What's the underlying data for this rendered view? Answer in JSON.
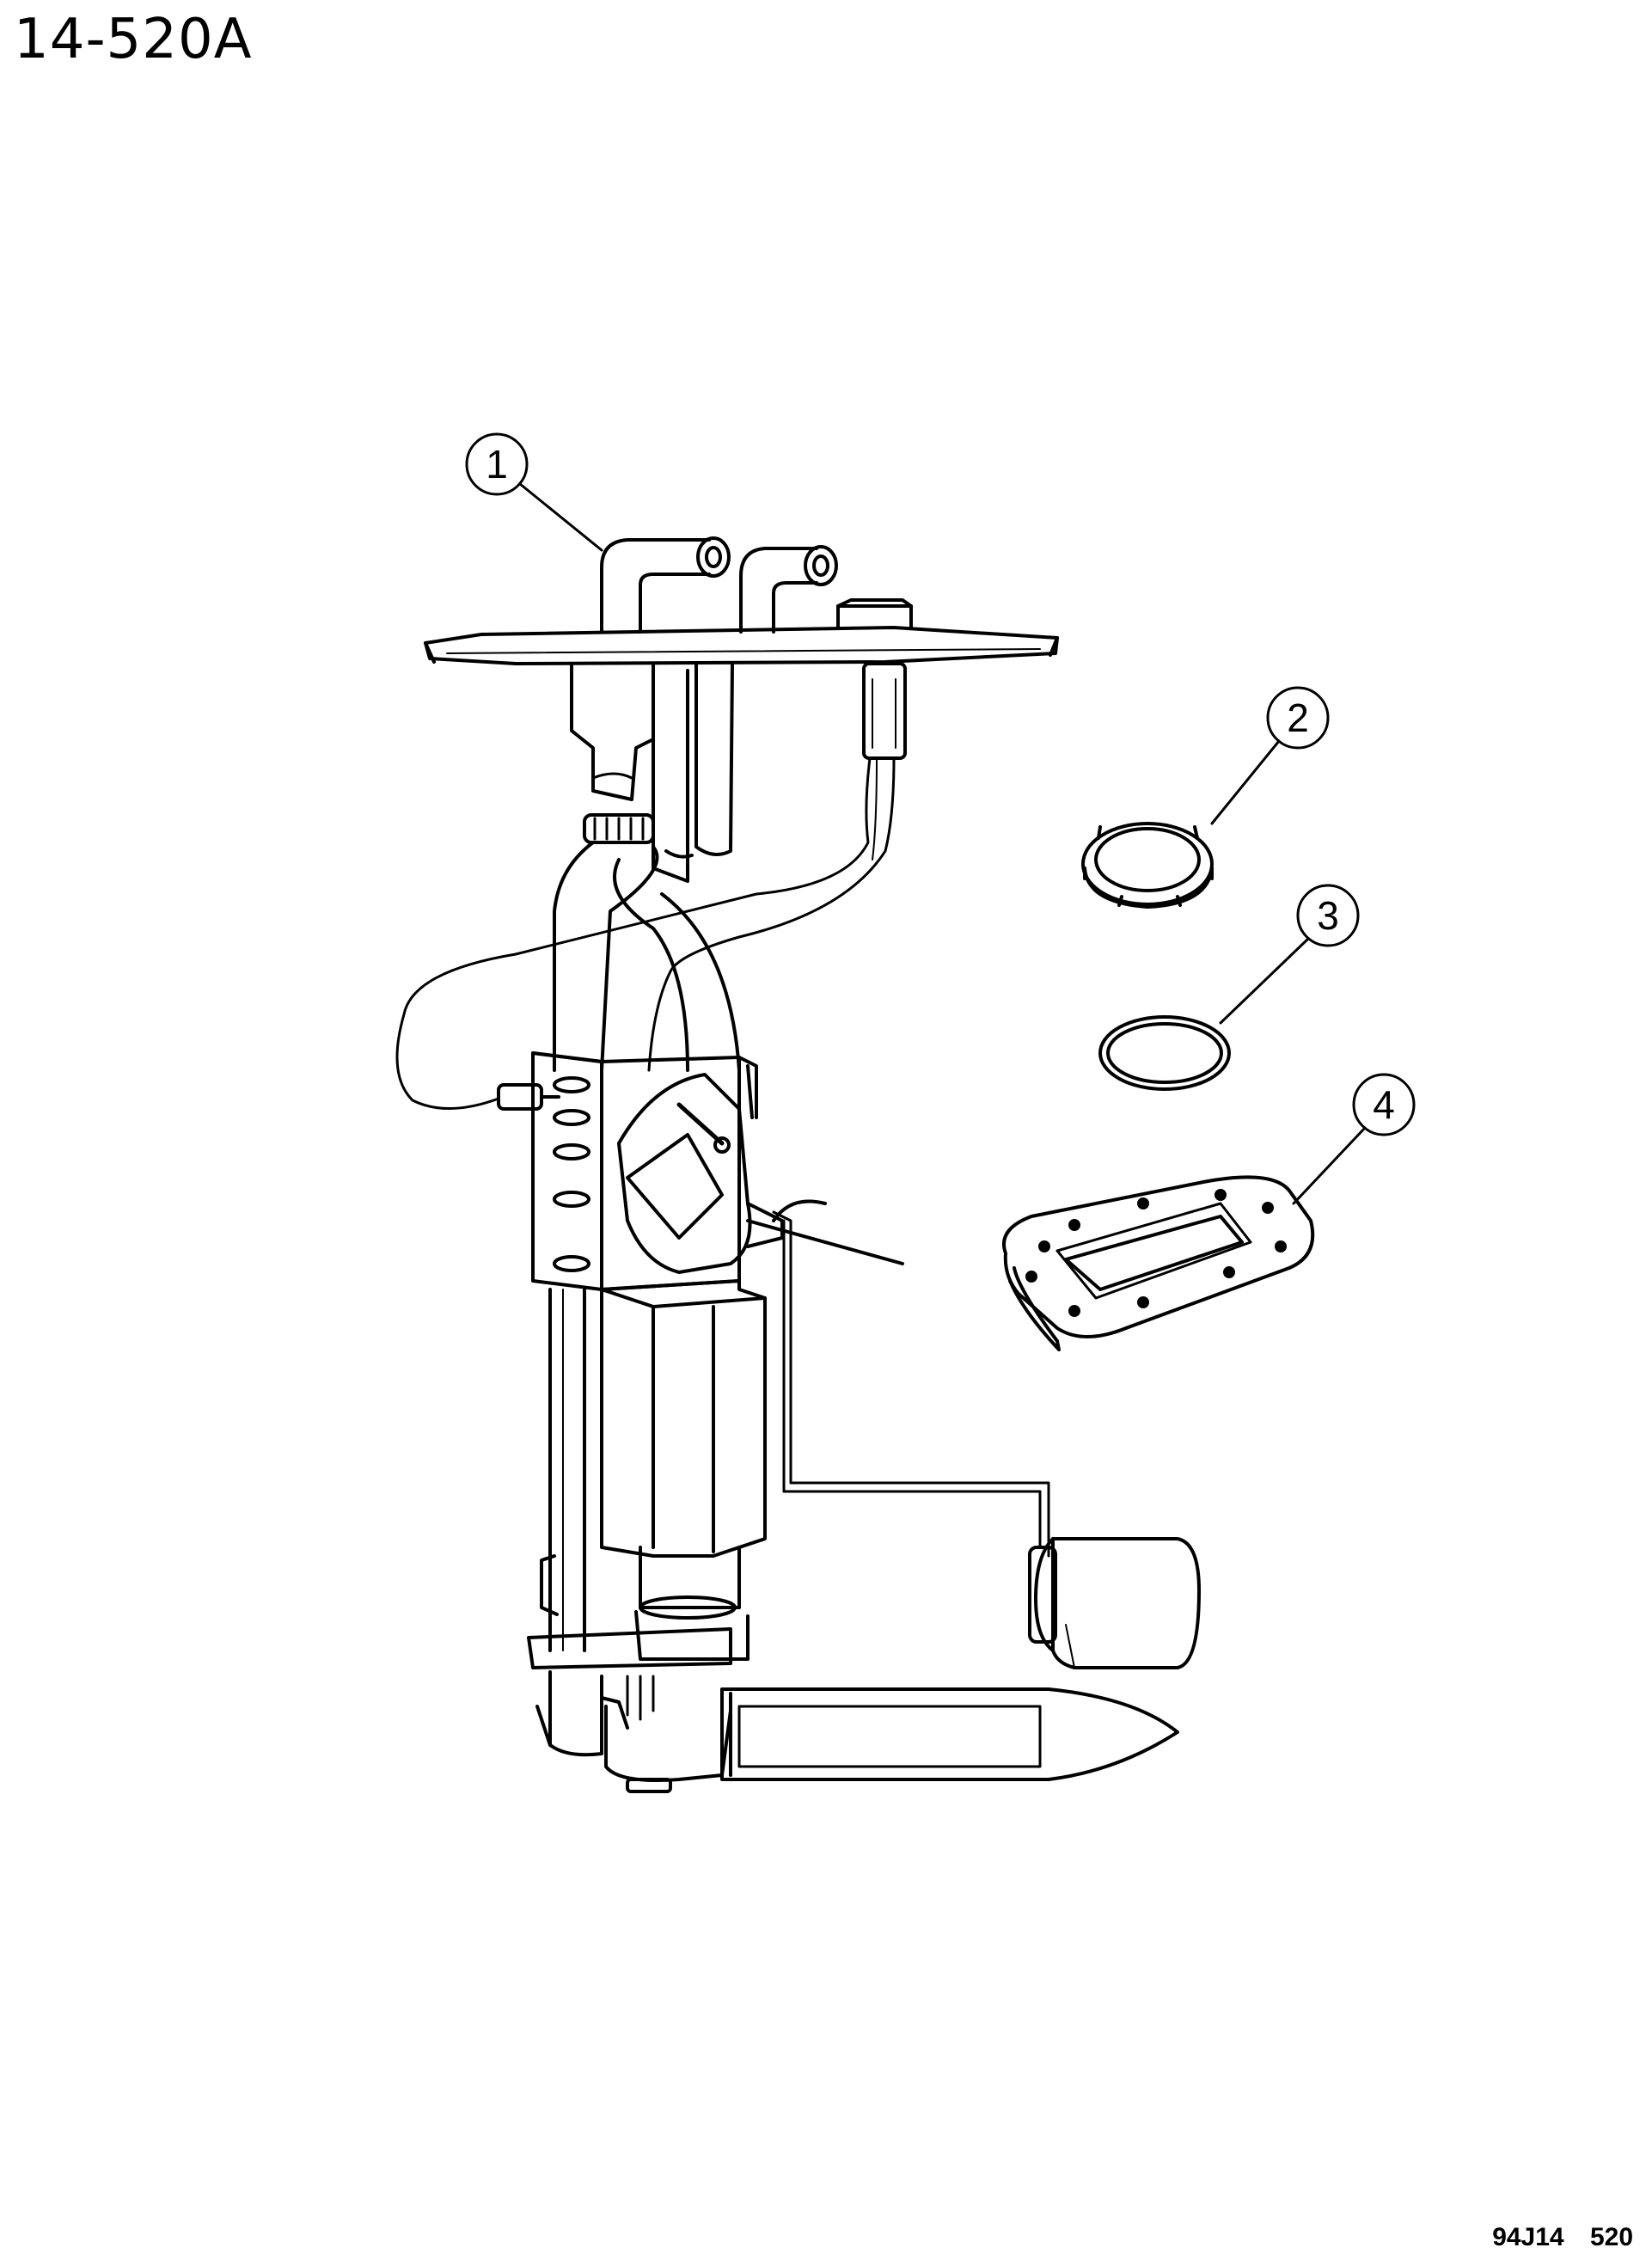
{
  "page": {
    "title": "14-520A",
    "figure_code": "94J14  520"
  },
  "callouts": [
    {
      "id": "1",
      "label": "1"
    },
    {
      "id": "2",
      "label": "2"
    },
    {
      "id": "3",
      "label": "3"
    },
    {
      "id": "4",
      "label": "4"
    }
  ],
  "colors": {
    "line": "#000000",
    "background": "#ffffff"
  }
}
